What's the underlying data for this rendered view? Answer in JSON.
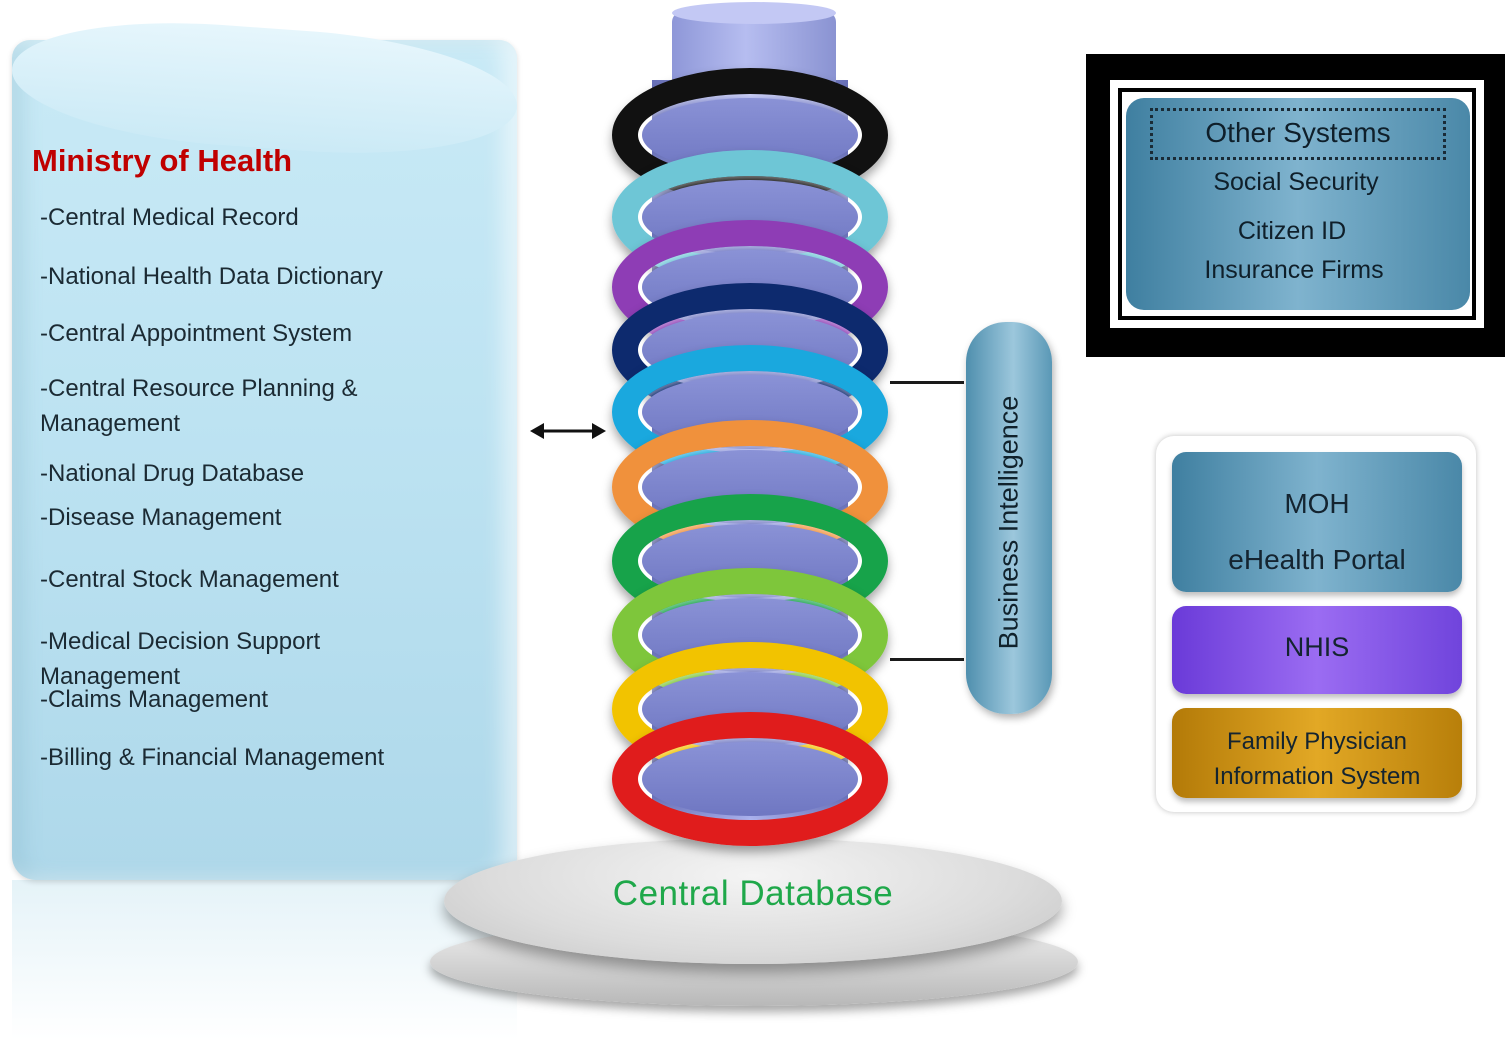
{
  "ministry": {
    "title": "Ministry of Health",
    "items": [
      "-Central Medical Record",
      "-National Health Data Dictionary",
      "-Central Appointment System",
      "-Central Resource Planning &",
      "Management",
      "-National Drug Database",
      "-Disease Management",
      "-Central Stock Management",
      "-Medical Decision Support",
      "Management",
      "-Claims Management",
      "-Billing & Financial Management"
    ]
  },
  "central_database": {
    "label": "Central Database"
  },
  "business_intelligence": {
    "label": "Business Intelligence"
  },
  "other_systems": {
    "title": "Other Systems",
    "items": [
      "Social Security",
      "Citizen ID",
      "Insurance Firms"
    ]
  },
  "portal": {
    "moh_line1": "MOH",
    "moh_line2": "eHealth Portal",
    "nhis": "NHIS",
    "fpis_line1": "Family Physician",
    "fpis_line2": "Information System"
  },
  "colors": {
    "ministry_title": "#c00000",
    "database_label": "#1fa84a",
    "rings": [
      "#111111",
      "#6ec6d6",
      "#8e3db5",
      "#0d2a6e",
      "#1aa8de",
      "#f0913c",
      "#17a34a",
      "#7ec63b",
      "#f2c300",
      "#e01c1c"
    ]
  }
}
